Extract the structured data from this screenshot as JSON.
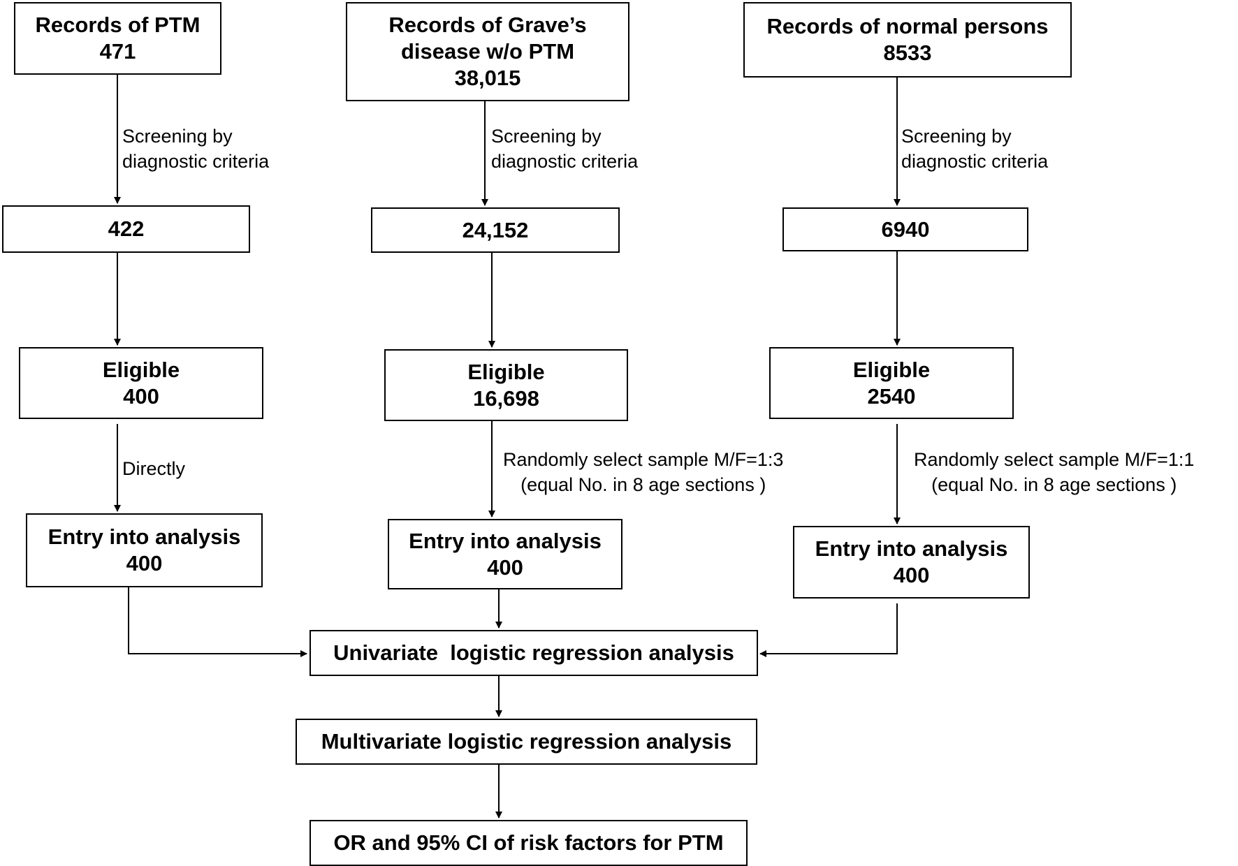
{
  "columns": {
    "ptm": {
      "source": {
        "line1": "Records of PTM",
        "line2": "471"
      },
      "screening": {
        "line1": "Screening by",
        "line2": "diagnostic criteria"
      },
      "screened": "422",
      "eligible": {
        "line1": "Eligible",
        "line2": "400"
      },
      "selection": {
        "line1": "Directly"
      },
      "entry": {
        "line1": "Entry into analysis",
        "line2": "400"
      }
    },
    "graves": {
      "source": {
        "line1": "Records of Grave’s",
        "line2": "disease w/o PTM",
        "line3": "38,015"
      },
      "screening": {
        "line1": "Screening by",
        "line2": "diagnostic criteria"
      },
      "screened": "24,152",
      "eligible": {
        "line1": "Eligible",
        "line2": "16,698"
      },
      "selection": {
        "line1": "Randomly select sample M/F=1:3",
        "line2": "(equal No. in 8 age sections )"
      },
      "entry": {
        "line1": "Entry into analysis",
        "line2": "400"
      }
    },
    "normal": {
      "source": {
        "line1": "Records of normal persons",
        "line2": "8533"
      },
      "screening": {
        "line1": "Screening by",
        "line2": "diagnostic criteria"
      },
      "screened": "6940",
      "eligible": {
        "line1": "Eligible",
        "line2": "2540"
      },
      "selection": {
        "line1": "Randomly select sample M/F=1:1",
        "line2": "(equal No. in 8 age sections )"
      },
      "entry": {
        "line1": "Entry into analysis",
        "line2": "400"
      }
    }
  },
  "univariate": "Univariate  logistic regression analysis",
  "multivariate": "Multivariate logistic regression analysis",
  "result": "OR and 95% CI of risk factors for PTM"
}
